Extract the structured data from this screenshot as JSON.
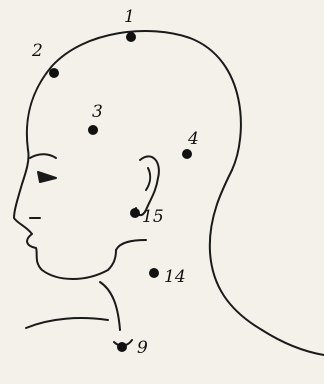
{
  "diagram": {
    "points": [
      {
        "id": "point-1",
        "label": "1"
      },
      {
        "id": "point-2",
        "label": "2"
      },
      {
        "id": "point-3",
        "label": "3"
      },
      {
        "id": "point-4",
        "label": "4"
      },
      {
        "id": "point-15",
        "label": "15"
      },
      {
        "id": "point-14",
        "label": "14"
      },
      {
        "id": "point-9",
        "label": "9"
      }
    ],
    "colors": {
      "background": "#f4f1ea",
      "ink": "#1a1a1a"
    }
  }
}
